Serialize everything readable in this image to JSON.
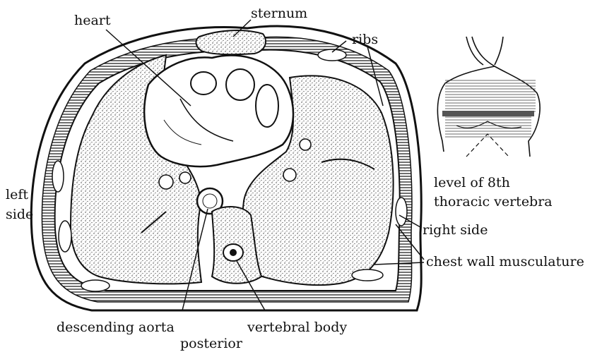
{
  "labels": {
    "sternum": "sternum",
    "heart": "heart",
    "ribs": "ribs",
    "left_side_1": "left",
    "left_side_2": "side",
    "level_1": "level of 8th",
    "level_2": "thoracic vertebra",
    "right_side": "right side",
    "chest_wall": "chest wall musculature",
    "descending_aorta": "descending aorta",
    "vertebral_body": "vertebral body",
    "posterior": "posterior"
  },
  "colors": {
    "ink": "#111111",
    "lung_fill": "#d8d8d8",
    "muscle_fill": "#9a9a9a",
    "background": "#ffffff"
  },
  "icons": [
    "torso-level-figure"
  ]
}
